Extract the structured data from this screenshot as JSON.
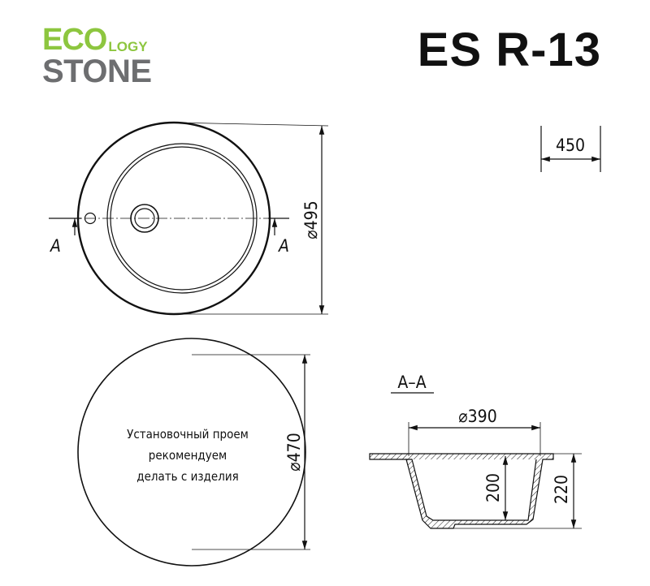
{
  "logo": {
    "eco": "ECO",
    "logy": "LOGY",
    "stone": "STONE"
  },
  "model": "ES R-13",
  "top_view": {
    "section_mark_left": "A",
    "section_mark_right": "A",
    "diameter": "⌀495"
  },
  "side_width": "450",
  "cutout_view": {
    "diameter": "⌀470",
    "note_lines": [
      "Установочный проем",
      "рекомендуем",
      "делать с изделия"
    ]
  },
  "section": {
    "title": "A–A",
    "bowl_diameter": "⌀390",
    "bowl_depth": "200",
    "total_height": "220"
  },
  "colors": {
    "eco_green": "#8dc63f",
    "stone_gray": "#6d6e70"
  }
}
